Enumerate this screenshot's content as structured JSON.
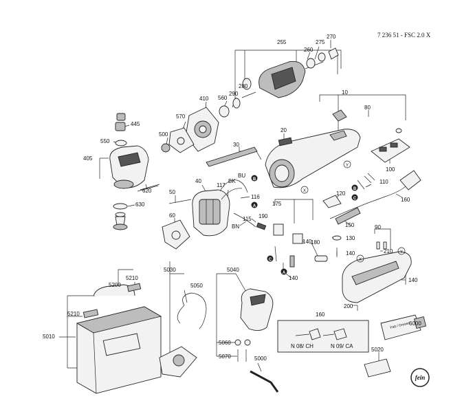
{
  "doc_number": "7 236 51 - FSC 2.0 X",
  "logo_text": "fein",
  "tube_text": "Fett / Grease",
  "parts": [
    "255",
    "275",
    "270",
    "260",
    "280",
    "290",
    "560",
    "410",
    "445",
    "570",
    "500",
    "550",
    "405",
    "20",
    "10",
    "80",
    "30",
    "100",
    "40",
    "117",
    "BK",
    "BU",
    "50",
    "116",
    "175",
    "620",
    "630",
    "60",
    "115",
    "BN",
    "120",
    "110",
    "160",
    "150",
    "190",
    "130",
    "140",
    "180",
    "90",
    "210",
    "5030",
    "5040",
    "5050",
    "5200",
    "5210",
    "5010",
    "5060",
    "5070",
    "5000",
    "200",
    "160",
    "N 08/ CH",
    "N 09/ CA",
    "6000",
    "5020"
  ],
  "markers": [
    "A",
    "B",
    "C",
    "X",
    "Y"
  ]
}
